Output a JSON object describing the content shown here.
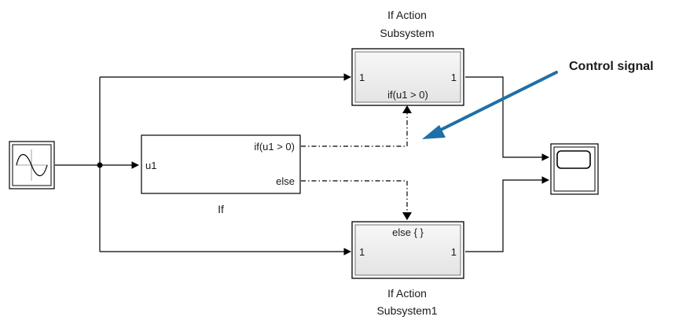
{
  "blocks": {
    "sine": {
      "icon": "sine-wave-icon"
    },
    "if_block": {
      "name": "If",
      "input_port": "u1",
      "output_if": "if(u1 > 0)",
      "output_else": "else"
    },
    "action_top": {
      "name_line1": "If Action",
      "name_line2": "Subsystem",
      "in_port": "1",
      "out_port": "1",
      "condition": "if(u1 > 0)"
    },
    "action_bottom": {
      "name_line1": "If Action",
      "name_line2": "Subsystem1",
      "in_port": "1",
      "out_port": "1",
      "condition": "else { }"
    },
    "scope": {
      "icon": "scope-screen-icon"
    }
  },
  "annotation": {
    "label": "Control signal",
    "arrow_color": "#1f6fa8"
  }
}
